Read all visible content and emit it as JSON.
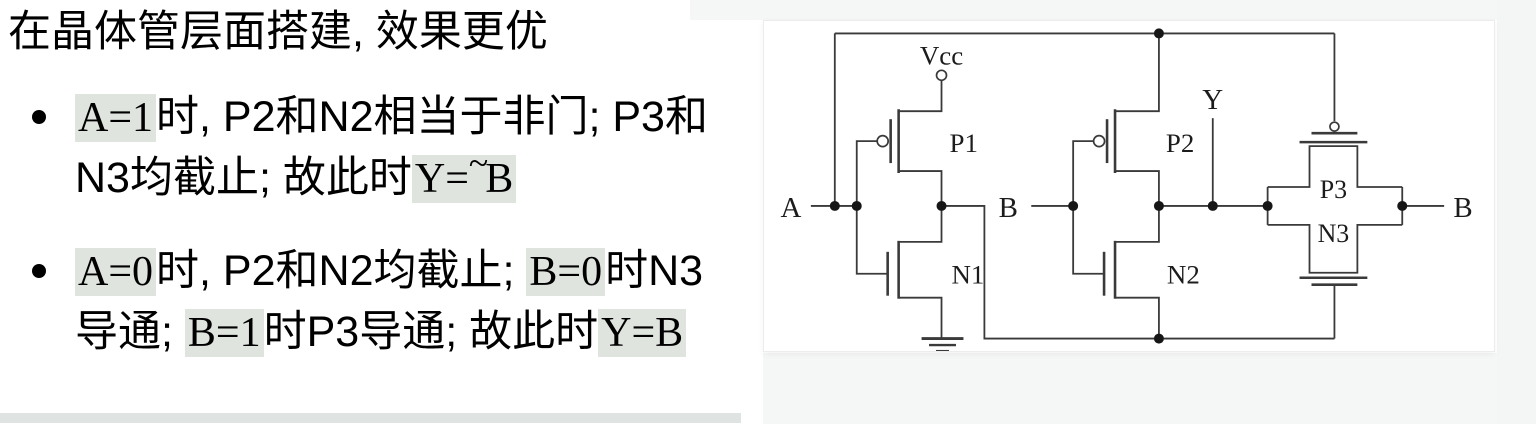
{
  "content": {
    "title": "在晶体管层面搭建, 效果更优",
    "bullet1": {
      "code1": "A=1",
      "text1": "时, P2和N2相当于非门; P3和N3均截止; 故此时",
      "code2_base": "Y=",
      "code2_tilde": "~",
      "code2_var": "B"
    },
    "bullet2": {
      "code1": "A=0",
      "text1": "时, P2和N2均截止; ",
      "code2": "B=0",
      "text2": "时N3导通; ",
      "code3": "B=1",
      "text3": "时P3导通; 故此时",
      "code4": "Y=B"
    }
  },
  "circuit": {
    "labels": {
      "vcc": "Vcc",
      "input_a": "A",
      "input_b": "B",
      "output_y": "Y",
      "right_b": "B",
      "p1": "P1",
      "n1": "N1",
      "p2": "P2",
      "n2": "N2",
      "p3": "P3",
      "n3": "N3"
    }
  },
  "colors": {
    "highlight": "#dfe4df",
    "divider": "#dfe3e2",
    "wire": "#3a3a3a"
  }
}
